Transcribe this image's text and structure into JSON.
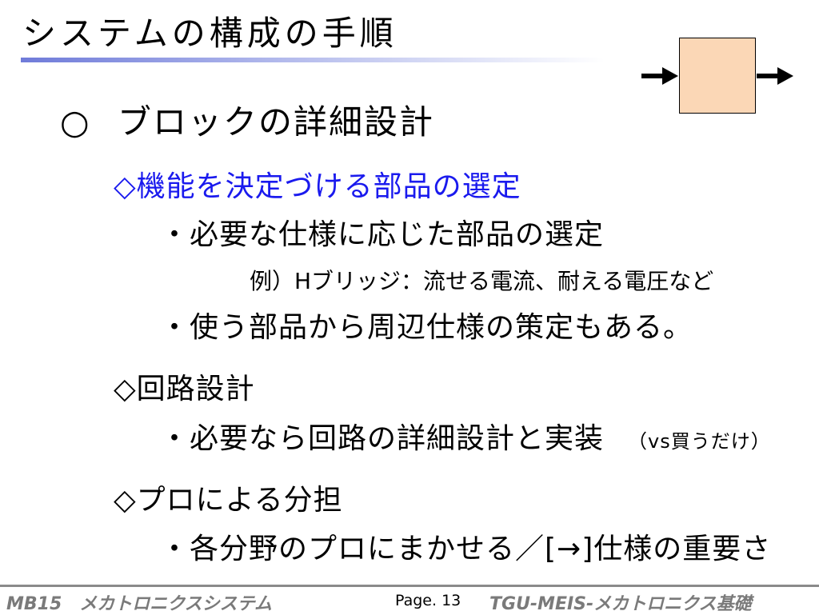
{
  "title": "システムの構成の手順",
  "heading": {
    "bullet": "○",
    "text": "ブロックの詳細設計"
  },
  "sections": [
    {
      "label": "◇機能を決定づける部品の選定",
      "items": [
        "・必要な仕様に応じた部品の選定",
        "例）Hブリッジ：流せる電流、耐える電圧など",
        "・使う部品から周辺仕様の策定もある。"
      ]
    },
    {
      "label": "◇回路設計",
      "items": [
        "・必要なら回路の詳細設計と実装",
        "（vs買うだけ）"
      ]
    },
    {
      "label": "◇プロによる分担",
      "items": [
        "・各分野のプロにまかせる／[→]仕様の重要さ"
      ]
    }
  ],
  "footer": {
    "left": "MB15　メカトロニクスシステム",
    "page": "Page. 13",
    "right": "TGU-MEIS-メカトロニクス基礎"
  },
  "colors": {
    "accent_blue": "#1a1aee",
    "block_fill": "#fbd7b6",
    "footer_gray": "#7a7a7a"
  }
}
